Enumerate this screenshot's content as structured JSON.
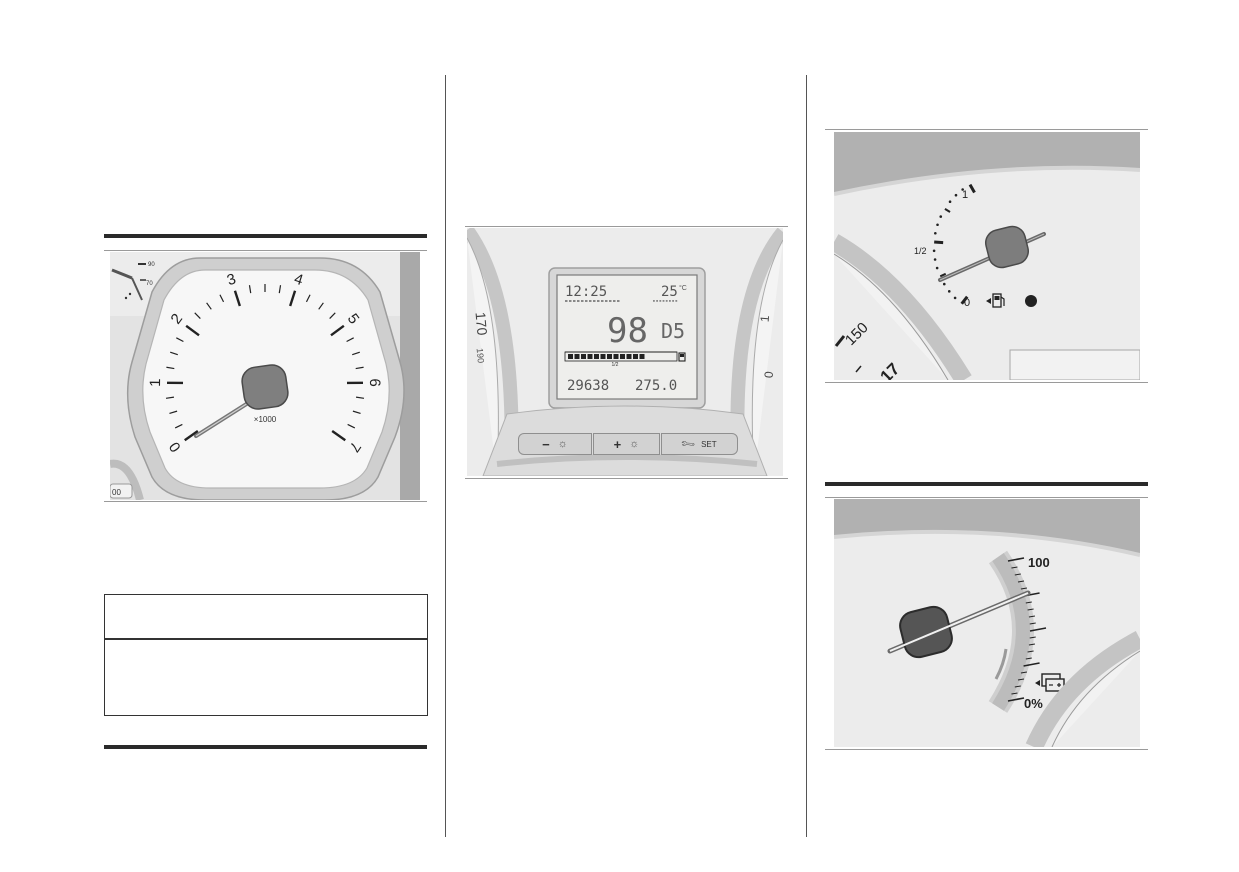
{
  "tachometer": {
    "tick_labels": [
      "0",
      "1",
      "2",
      "3",
      "4",
      "5",
      "6",
      "7"
    ],
    "unit_label": "×1000",
    "inset_labels": [
      "90",
      "70"
    ],
    "corner_label": "00"
  },
  "display": {
    "left_dial_labels": [
      "170",
      "190"
    ],
    "right_dial_labels": [
      "1",
      "0"
    ],
    "time": "12:25",
    "temperature": "25",
    "temperature_unit": "°C",
    "main_value": "98",
    "main_value_suffix": "D5",
    "odometer": "29638",
    "trip": "275.0",
    "bar_small_label": "1/2",
    "buttons": [
      {
        "label": "−",
        "icon": "brightness-icon"
      },
      {
        "label": "+",
        "icon": "brightness-icon"
      },
      {
        "label": "SET",
        "icon": "wrench-icon"
      }
    ]
  },
  "fuel_gauge": {
    "labels": [
      "1",
      "1/2",
      "0"
    ],
    "speedo_labels": [
      "150",
      "17"
    ]
  },
  "battery_gauge": {
    "label_top": "100",
    "label_bottom": "0%"
  },
  "colors": {
    "panel_bg": "#e9e9e9",
    "bezel": "#c9c9c9",
    "needle": "#6a6a6a",
    "hub": "#7d7d7d",
    "lcd_bg": "#eeeeec"
  }
}
